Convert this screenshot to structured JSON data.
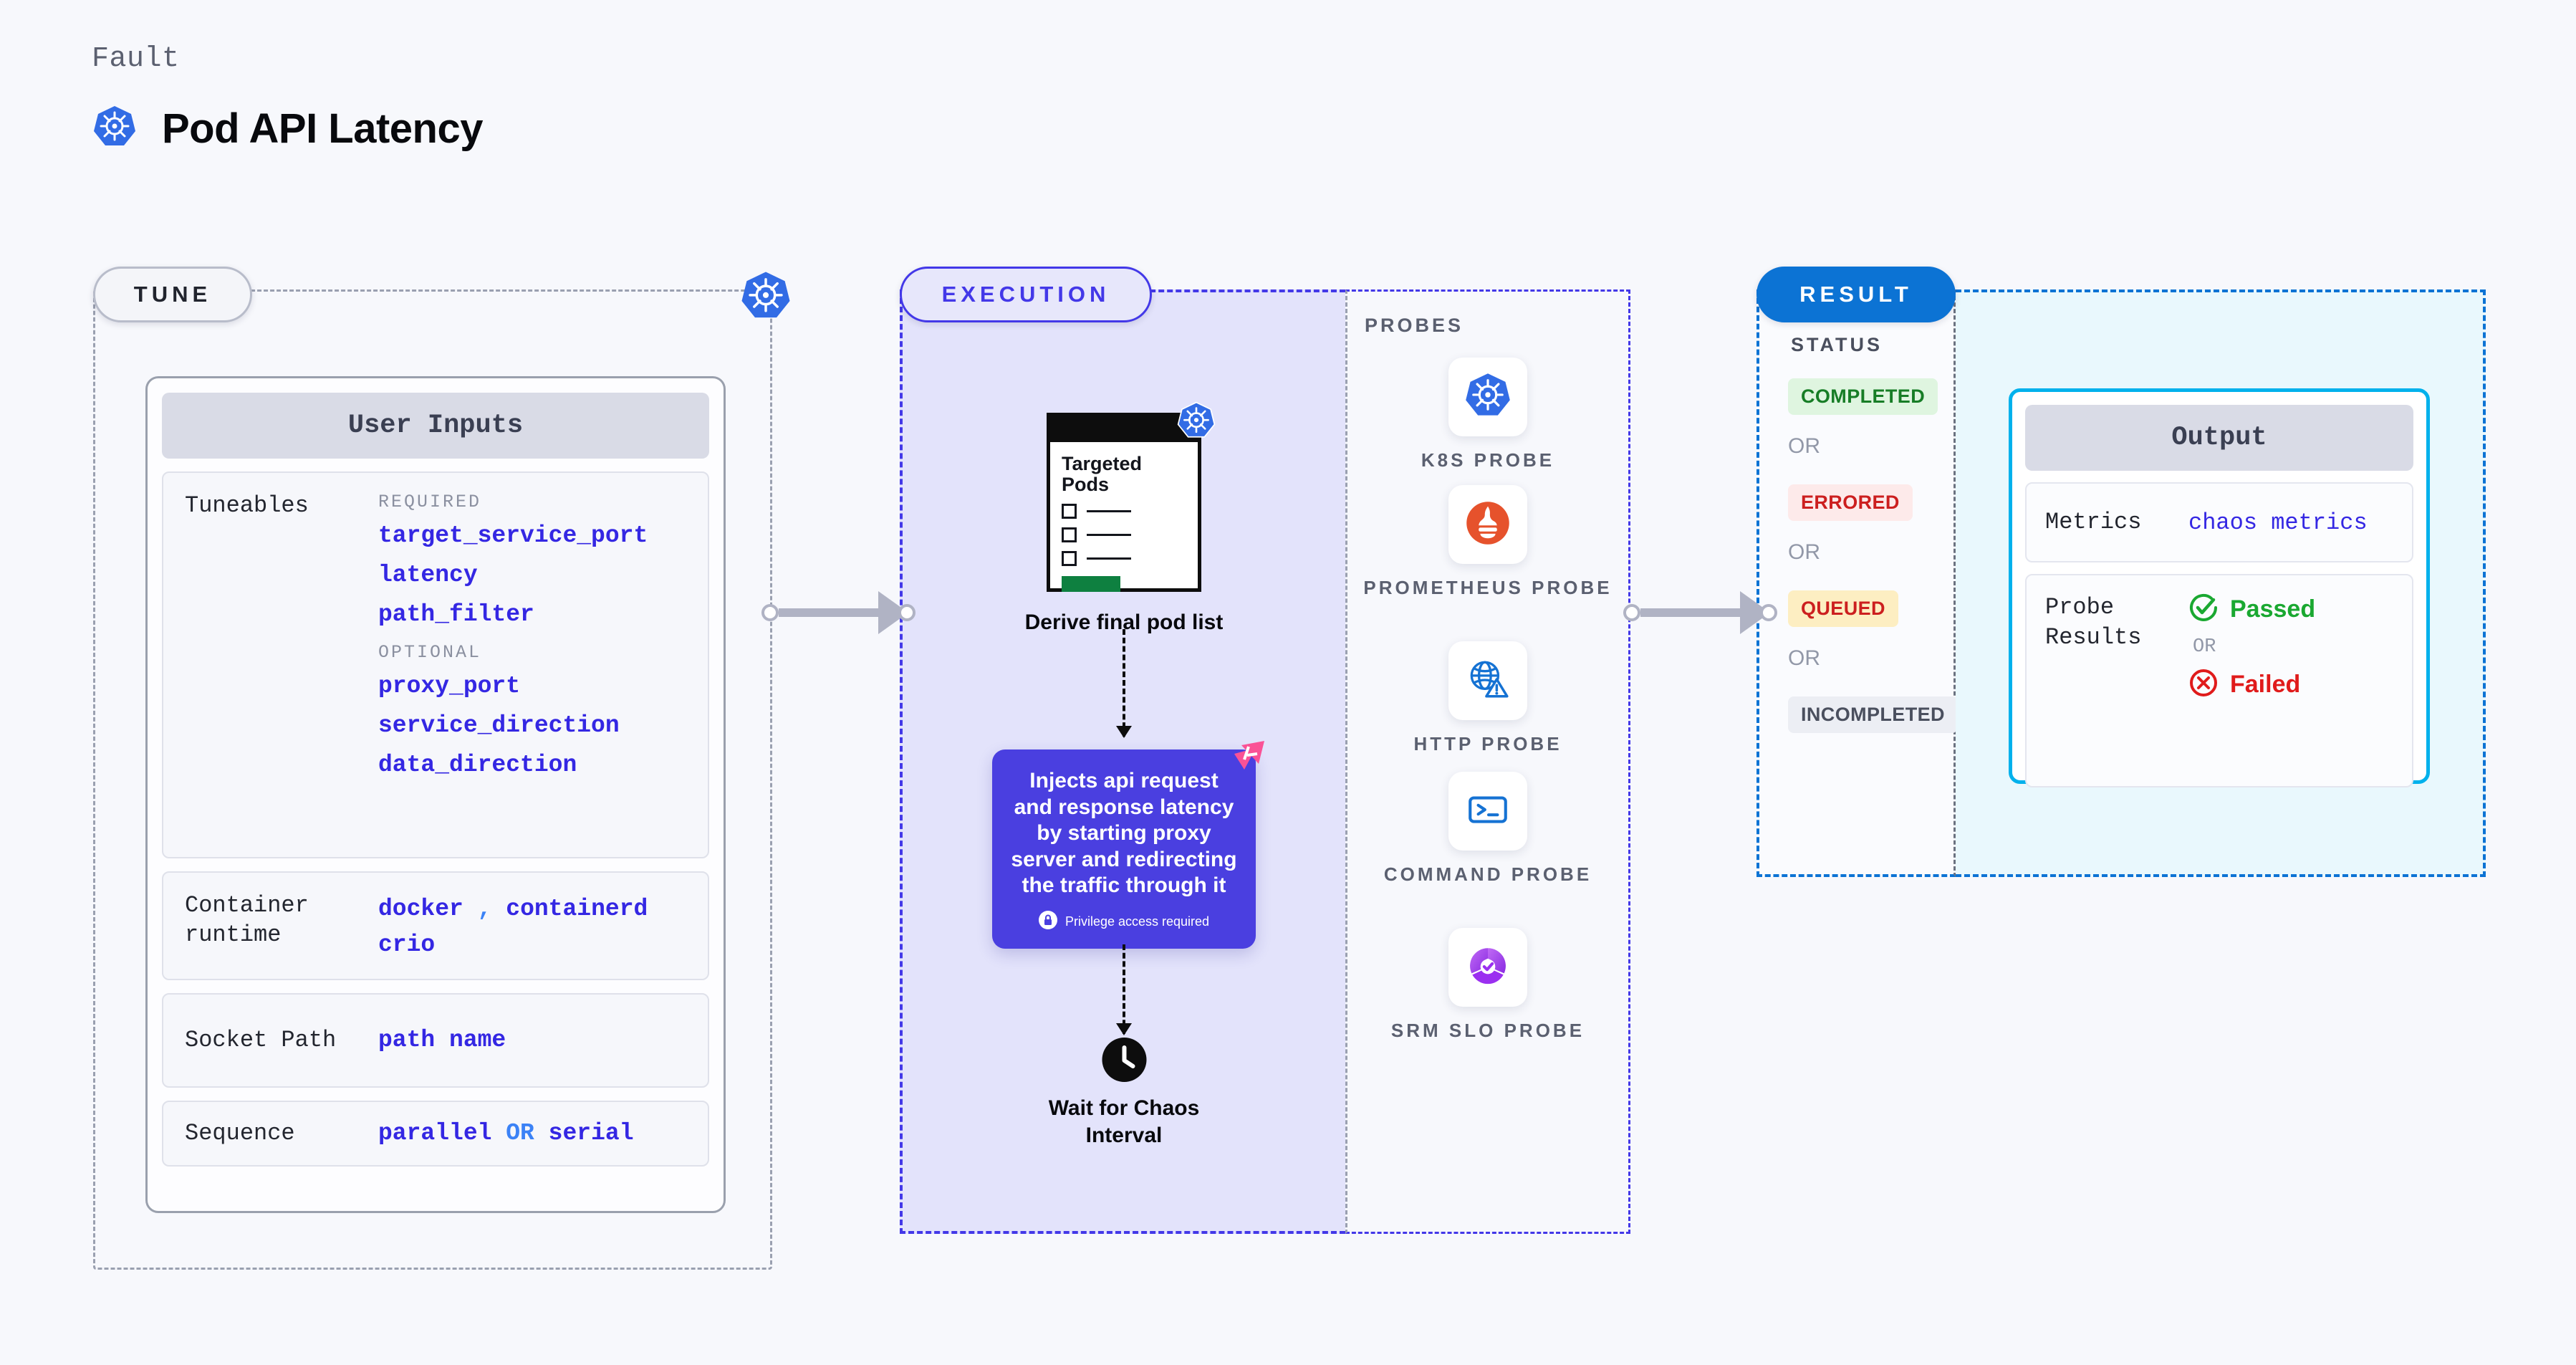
{
  "header": {
    "fault_label": "Fault",
    "title": "Pod API Latency",
    "icon": "kubernetes-icon"
  },
  "stages": {
    "tune": "TUNE",
    "execution": "EXECUTION",
    "result": "RESULT"
  },
  "tune": {
    "card_title": "User Inputs",
    "rows": [
      {
        "label": "Tuneables",
        "groups": [
          {
            "heading": "REQUIRED",
            "items": [
              "target_service_port",
              "latency",
              "path_filter"
            ]
          },
          {
            "heading": "OPTIONAL",
            "items": [
              "proxy_port",
              "service_direction",
              "data_direction"
            ]
          }
        ]
      },
      {
        "label": "Container runtime",
        "line1_a": "docker",
        "line1_sep": ",",
        "line1_b": "containerd",
        "line2": "crio"
      },
      {
        "label": "Socket Path",
        "value": "path name"
      },
      {
        "label": "Sequence",
        "value_a": "parallel",
        "sep": "OR",
        "value_b": "serial"
      }
    ]
  },
  "execution": {
    "podlist": {
      "heading": "Targeted Pods",
      "caption": "Derive final pod list",
      "badge_icon": "kubernetes-icon"
    },
    "inject": {
      "text": "Injects api request and response latency by starting proxy server and redirecting the traffic through it",
      "privilege_note": "Privilege access required",
      "privilege_icon": "lock-icon",
      "corner_icon": "litmus-logo-icon"
    },
    "wait": {
      "icon": "clock-icon",
      "caption": "Wait for Chaos Interval"
    }
  },
  "probes": {
    "section_label": "PROBES",
    "items": [
      {
        "name": "K8S PROBE",
        "icon": "kubernetes-icon"
      },
      {
        "name": "PROMETHEUS PROBE",
        "icon": "prometheus-icon"
      },
      {
        "name": "HTTP PROBE",
        "icon": "globe-warning-icon"
      },
      {
        "name": "COMMAND PROBE",
        "icon": "terminal-icon"
      },
      {
        "name": "SRM SLO PROBE",
        "icon": "srm-slo-icon"
      }
    ]
  },
  "result": {
    "status_label": "STATUS",
    "or_label": "OR",
    "statuses": [
      {
        "label": "COMPLETED",
        "bg": "#dff5e0",
        "fg": "#177d26"
      },
      {
        "label": "ERRORED",
        "bg": "#fdeaea",
        "fg": "#cc1f1f"
      },
      {
        "label": "QUEUED",
        "bg": "#fdeec2",
        "fg": "#cc1f1f"
      },
      {
        "label": "INCOMPLETED",
        "bg": "#eceef4",
        "fg": "#4a4f5e"
      }
    ],
    "output": {
      "card_title": "Output",
      "metrics_label": "Metrics",
      "metrics_value": "chaos metrics",
      "probe_results_label": "Probe Results",
      "passed": "Passed",
      "failed": "Failed",
      "or_label": "OR",
      "passed_icon": "check-circle-icon",
      "failed_icon": "x-circle-icon"
    }
  },
  "colors": {
    "accent_blue": "#0c73d4",
    "execution_purple": "#4338e8",
    "tune_gray": "#9aa0b0",
    "litmus_pink": "#fa5296",
    "code_indigo": "#3427e3",
    "cyan_border": "#00b1ec"
  }
}
